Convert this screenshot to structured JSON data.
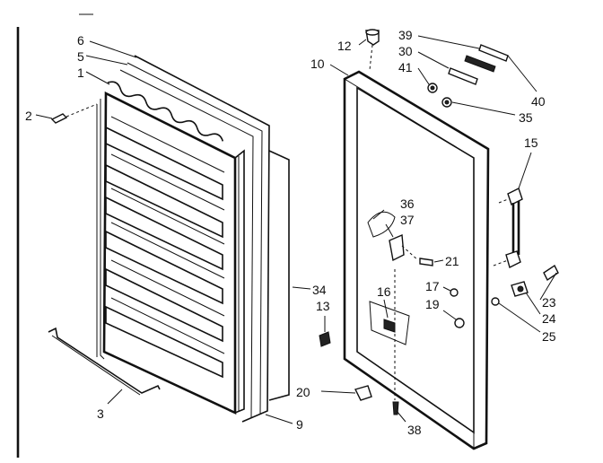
{
  "callouts": [
    {
      "id": "c6",
      "text": "6"
    },
    {
      "id": "c5",
      "text": "5"
    },
    {
      "id": "c1",
      "text": "1"
    },
    {
      "id": "c2",
      "text": "2"
    },
    {
      "id": "c3",
      "text": "3"
    },
    {
      "id": "c9",
      "text": "9"
    },
    {
      "id": "c34",
      "text": "34"
    },
    {
      "id": "c13",
      "text": "13"
    },
    {
      "id": "c20",
      "text": "20"
    },
    {
      "id": "c38",
      "text": "38"
    },
    {
      "id": "c12",
      "text": "12"
    },
    {
      "id": "c10",
      "text": "10"
    },
    {
      "id": "c39",
      "text": "39"
    },
    {
      "id": "c30",
      "text": "30"
    },
    {
      "id": "c41",
      "text": "41"
    },
    {
      "id": "c40",
      "text": "40"
    },
    {
      "id": "c35",
      "text": "35"
    },
    {
      "id": "c15",
      "text": "15"
    },
    {
      "id": "c36",
      "text": "36"
    },
    {
      "id": "c37",
      "text": "37"
    },
    {
      "id": "c21",
      "text": "21"
    },
    {
      "id": "c17",
      "text": "17"
    },
    {
      "id": "c16",
      "text": "16"
    },
    {
      "id": "c19",
      "text": "19"
    },
    {
      "id": "c23",
      "text": "23"
    },
    {
      "id": "c24",
      "text": "24"
    },
    {
      "id": "c25",
      "text": "25"
    }
  ]
}
